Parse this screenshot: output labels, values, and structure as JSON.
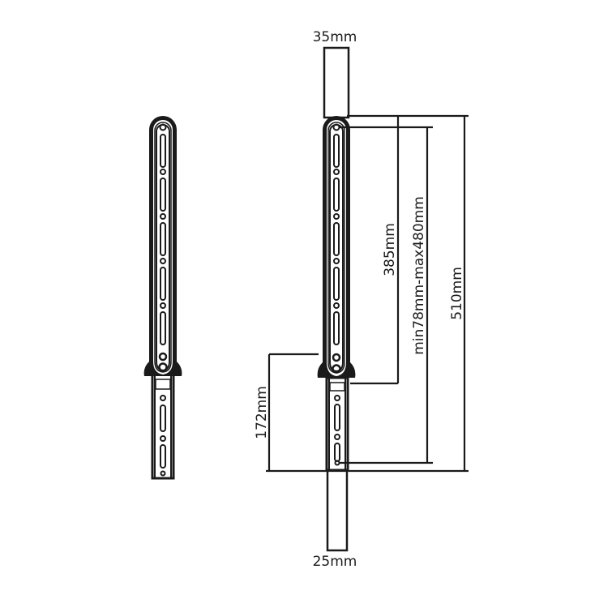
{
  "diagram": {
    "type": "technical-drawing",
    "subject": "extendable soundbar mounting bracket",
    "colors": {
      "line": "#1a1a1a",
      "background": "#ffffff"
    },
    "dimensions": {
      "top_width": "35mm",
      "bottom_width": "25mm",
      "upper_hole_span": "385mm",
      "adjustable_range": "min78mm-max480mm",
      "total_length": "510mm",
      "extension_length": "172mm"
    },
    "views": [
      {
        "name": "front-view-retracted"
      },
      {
        "name": "front-view-dimensioned"
      }
    ]
  }
}
